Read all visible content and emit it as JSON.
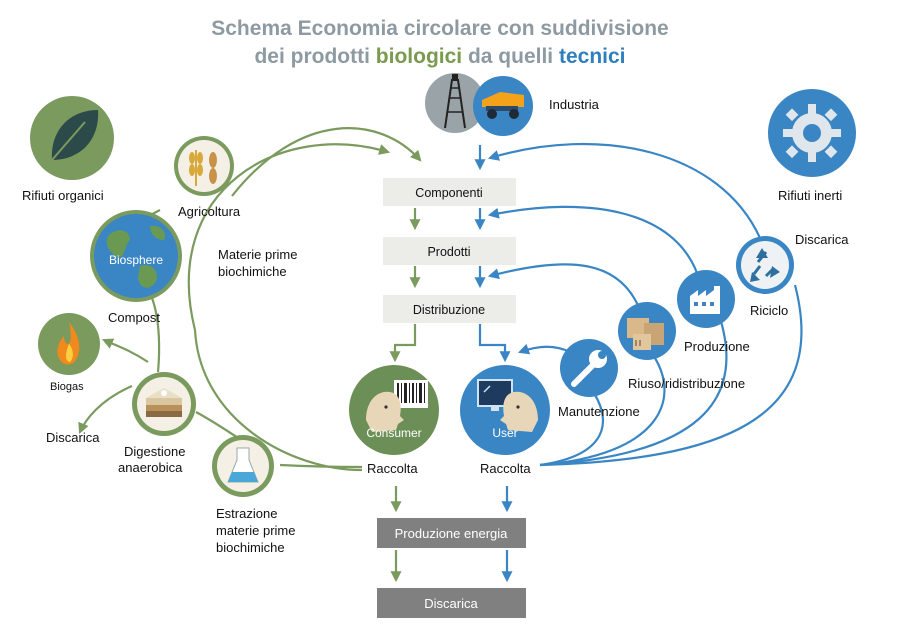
{
  "title": {
    "line1": "Schema Economia circolare con suddivisione",
    "line2_prefix": "dei prodotti ",
    "line2_bio": "biologici",
    "line2_mid": " da quelli ",
    "line2_tec": "tecnici"
  },
  "colors": {
    "biological": "#7a9a5e",
    "technical": "#3a86c4",
    "title_gray": "#8e9aa2",
    "box_light": "#ecece8",
    "box_dark": "#808080"
  },
  "flow_boxes": {
    "componenti": "Componenti",
    "prodotti": "Prodotti",
    "distribuzione": "Distribuzione",
    "produzione_energia": "Produzione energia",
    "discarica_bottom": "Discarica"
  },
  "biological": {
    "rifiuti_organici": "Rifiuti organici",
    "agricoltura": "Agricoltura",
    "biosphere": "Biosphere",
    "compost": "Compost",
    "biogas": "Biogas",
    "discarica": "Discarica",
    "digestione_1": "Digestione",
    "digestione_2": "anaerobica",
    "estrazione_1": "Estrazione",
    "estrazione_2": "materie prime",
    "estrazione_3": "biochimiche",
    "materie_1": "Materie prime",
    "materie_2": "biochimiche",
    "consumer": "Consumer",
    "raccolta": "Raccolta"
  },
  "technical": {
    "industria": "Industria",
    "rifiuti_inerti": "Rifiuti inerti",
    "discarica": "Discarica",
    "riciclo": "Riciclo",
    "produzione": "Produzione",
    "riuso": "Riuso/ridistribuzione",
    "manutenzione": "Manutenzione",
    "user": "User",
    "raccolta": "Raccolta"
  },
  "icons": {
    "leaf": "leaf-icon",
    "wheat_fish": "wheat-fish-icon",
    "globe": "globe-icon",
    "flame": "flame-icon",
    "soil": "soil-layers-icon",
    "flask": "flask-icon",
    "barcode": "barcode-icon",
    "monitor": "monitor-icon",
    "wrench": "wrench-icon",
    "boxes": "boxes-icon",
    "factory": "factory-icon",
    "recycle": "recycle-icon",
    "gear": "gear-icon",
    "oil_rig": "oil-rig-icon",
    "truck": "mining-truck-icon"
  }
}
